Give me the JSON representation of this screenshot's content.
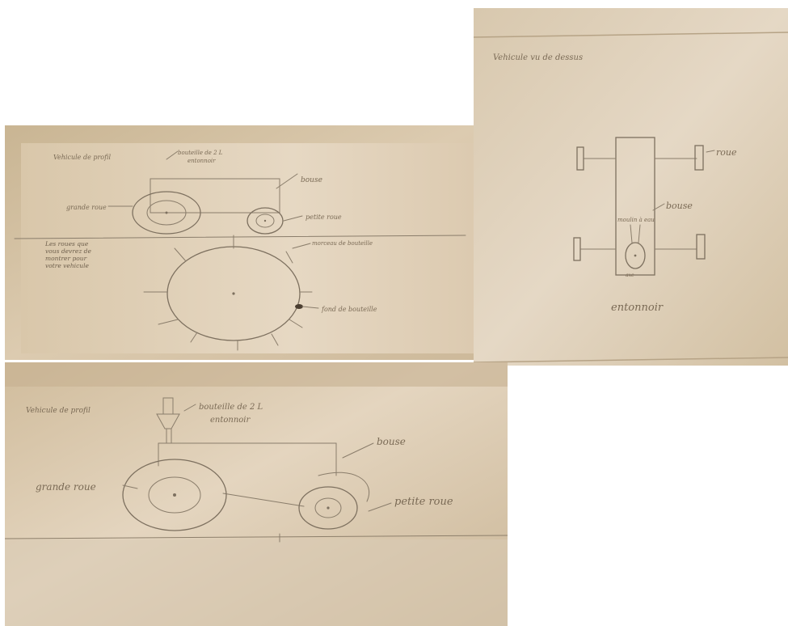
{
  "photos": {
    "side_sketch_small": {
      "title": "Vehicule de profil",
      "labels": {
        "bottle": "bouteille de 2 L",
        "funnel": "entonnoir",
        "body": "bouse",
        "big_wheel": "grande roue",
        "small_wheel": "petite roue"
      }
    },
    "wheel_detail": {
      "note": "Les roues que vous devrez de montrer pour votre vehicule",
      "labels": {
        "bottle_top": "morceau de bouteille",
        "bottle_bottom": "fond de bouteille"
      }
    },
    "top_view": {
      "title": "Vehicule vu de dessus",
      "labels": {
        "wheel": "roue",
        "body": "bouse",
        "mill": "moulin à eau",
        "axle": "axe",
        "funnel": "entonnoir"
      }
    },
    "side_sketch_large": {
      "title": "Vehicule de profil",
      "labels": {
        "bottle": "bouteille de 2 L",
        "funnel": "entonnoir",
        "body": "bouse",
        "big_wheel": "grande roue",
        "small_wheel": "petite roue"
      }
    }
  },
  "colors": {
    "paper_warm": "#cfbb9c",
    "paper_light": "#e4d6c0",
    "background_dark": "#9c8a6f",
    "pencil": "#7d705f"
  }
}
